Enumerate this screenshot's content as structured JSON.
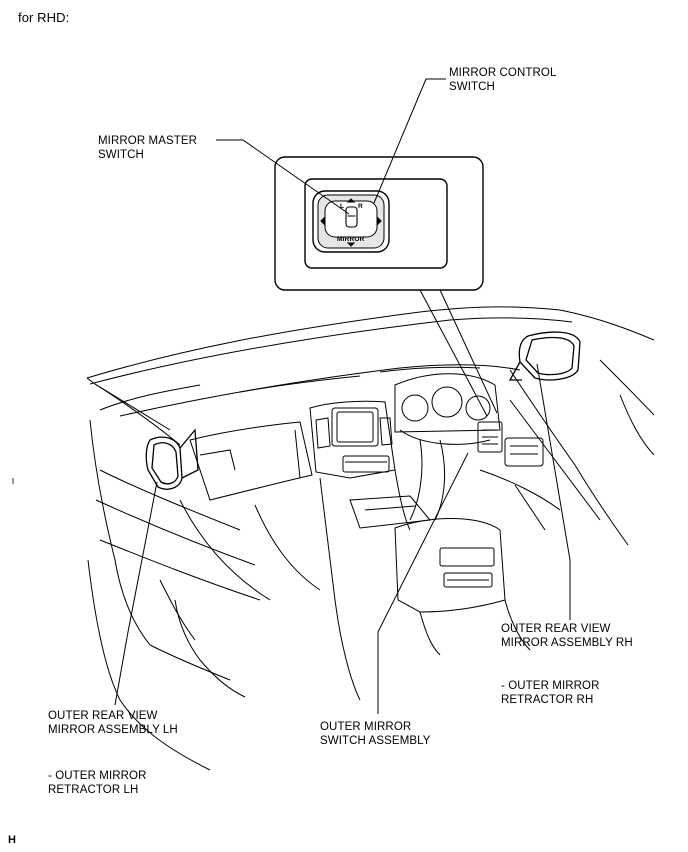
{
  "title": "for RHD:",
  "corner_mark": "H",
  "labels": {
    "mirror_control_switch": [
      "MIRROR CONTROL",
      "SWITCH"
    ],
    "mirror_master_switch": [
      "MIRROR MASTER",
      "SWITCH"
    ],
    "outer_rear_view_mirror_rh": [
      "OUTER REAR VIEW",
      "MIRROR ASSEMBLY RH"
    ],
    "outer_mirror_retractor_rh": [
      "- OUTER MIRROR",
      "RETRACTOR RH"
    ],
    "outer_rear_view_mirror_lh": [
      "OUTER REAR VIEW",
      "MIRROR ASSEMBLY LH"
    ],
    "outer_mirror_switch_assembly": [
      "OUTER MIRROR",
      "SWITCH ASSEMBLY"
    ],
    "outer_mirror_retractor_lh": [
      "- OUTER MIRROR",
      "RETRACTOR LH"
    ]
  },
  "switch_markings": {
    "mirror": "MIRROR",
    "left": "L",
    "right": "R"
  },
  "colors": {
    "line": "#000000",
    "background": "#ffffff",
    "switch_fill": "#e6e6e6"
  }
}
